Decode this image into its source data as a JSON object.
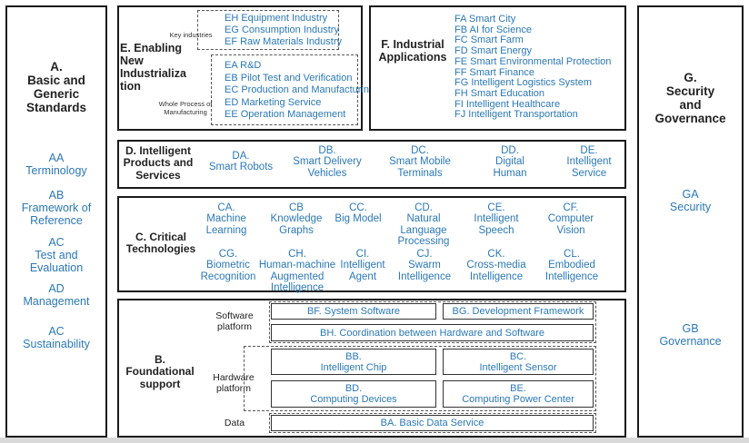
{
  "left": {
    "title": "A.\nBasic and\nGeneric\nStandards",
    "items": [
      "AA\nTerminology",
      "AB\nFramework of\nReference",
      "AC\nTest and\nEvaluation",
      "AD\nManagement",
      "AC\nSustainability"
    ]
  },
  "right": {
    "title": "G.\nSecurity\nand\nGovernance",
    "items": [
      "GA\nSecurity",
      "GB\nGovernance"
    ]
  },
  "e": {
    "title": "E. Enabling\nNew\nIndustrializa\ntion",
    "key_label": "Key industries",
    "process_label": "Whole Process of\nManufacturing",
    "key_items": [
      "EH Equipment Industry",
      "EG Consumption Industry",
      "EF Raw Materials Industry"
    ],
    "process_items": [
      "EA R&D",
      "EB Pilot Test and Verification",
      "EC Production and Manufacturing",
      "ED Marketing Service",
      "EE Operation Management"
    ]
  },
  "f": {
    "title": "F. Industrial\nApplications",
    "items": [
      "FA Smart City",
      "FB AI for Science",
      "FC Smart Farm",
      "FD Smart Energy",
      "FE Smart Environmental Protection",
      "FF Smart Finance",
      "FG Intelligent Logistics System",
      "FH Smart Education",
      "FI Intelligent Healthcare",
      "FJ Intelligent Transportation"
    ]
  },
  "d": {
    "title": "D. Intelligent\nProducts and\nServices",
    "items": [
      "DA.\nSmart Robots",
      "DB.\nSmart Delivery\nVehicles",
      "DC.\nSmart Mobile\nTerminals",
      "DD.\nDigital\nHuman",
      "DE.\nIntelligent\nService"
    ]
  },
  "c": {
    "title": "C. Critical\nTechnologies",
    "row1": [
      "CA.\nMachine\nLearning",
      "CB\nKnowledge\nGraphs",
      "CC.\nBig Model",
      "CD.\nNatural\nLanguage\nProcessing",
      "CE.\nIntelligent\nSpeech",
      "CF.\nComputer\nVision"
    ],
    "row2": [
      "CG.\nBiometric\nRecognition",
      "CH.\nHuman-machine\nAugmented\nIntelligence",
      "CI.\nIntelligent\nAgent",
      "CJ.\nSwarm\nIntelligence",
      "CK.\nCross-media\nIntelligence",
      "CL.\nEmbodied\nIntelligence"
    ]
  },
  "b": {
    "title": "B.\nFoundational\nsupport",
    "software_label": "Software\nplatform",
    "hardware_label": "Hardware\nplatform",
    "data_label": "Data",
    "bf": "BF. System Software",
    "bg": "BG. Development Framework",
    "bh": "BH. Coordination between Hardware and Software",
    "bb": "BB.\nIntelligent Chip",
    "bc": "BC.\nIntelligent Sensor",
    "bd": "BD.\nComputing Devices",
    "be": "BE.\nComputing Power Center",
    "ba": "BA. Basic Data Service"
  }
}
